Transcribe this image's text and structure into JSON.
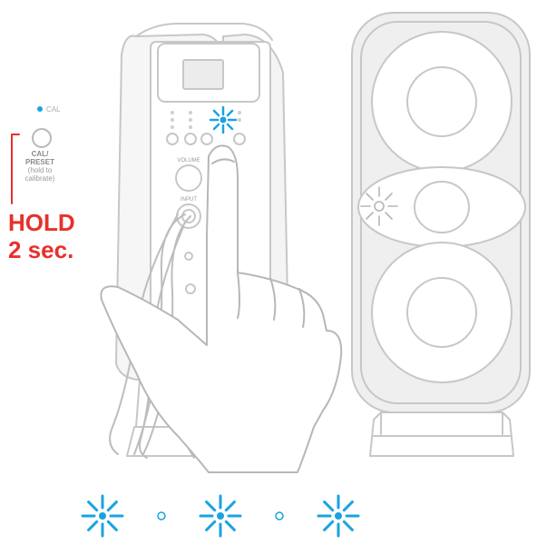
{
  "callout": {
    "led_label": "CAL",
    "button_title_line1": "CAL/",
    "button_title_line2": "PRESET",
    "button_hint_line1": "(hold to",
    "button_hint_line2": "calibrate)",
    "hold_line1": "HOLD",
    "hold_line2": "2 sec."
  },
  "device_labels": {
    "volume": "VOLUME",
    "input": "INPUT"
  },
  "colors": {
    "accent_red": "#e8302a",
    "led_blue": "#1aa3e0",
    "outline": "#c7c7c7"
  },
  "blink_sequence": [
    "flash",
    "off",
    "flash",
    "off",
    "flash"
  ]
}
